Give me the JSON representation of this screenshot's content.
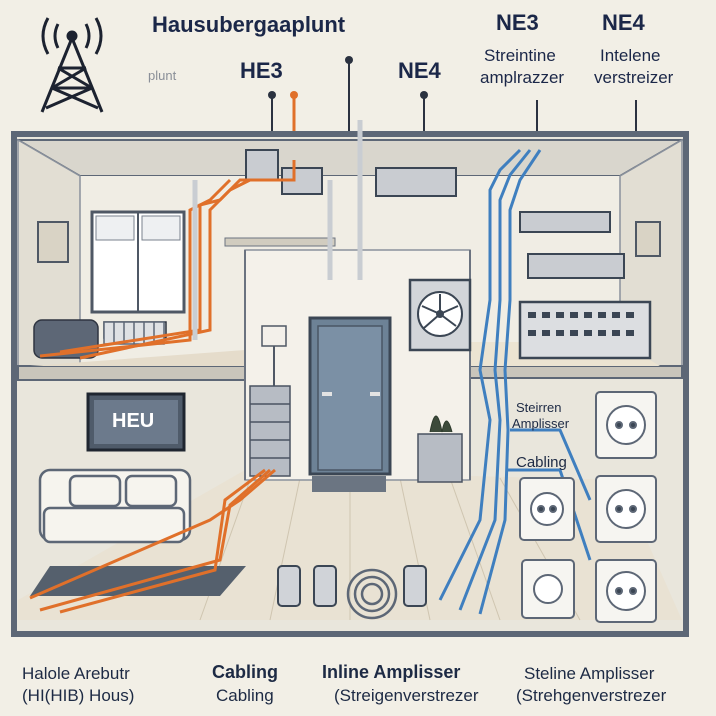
{
  "header": {
    "title": "Hausubergaaplunt",
    "plunt_label": "plunt",
    "he3_label": "HE3",
    "ne4_mid_label": "NE4",
    "ne3_label": "NE3",
    "ne4_label": "NE4",
    "ne3_sub": [
      "Streintine",
      "amplrazzer"
    ],
    "ne4_sub": [
      "Intelene",
      "verstreizer"
    ]
  },
  "room": {
    "tv_text": "HEU",
    "right_labels": [
      "Steirren",
      "Amplisser"
    ],
    "cabling_label": "Cabling"
  },
  "footer": {
    "col1": [
      "Halole Arebutr",
      "(HI(HIB) Hous)"
    ],
    "col2": [
      "Cabling",
      "Cabling"
    ],
    "col3": [
      "Inline Amplisser",
      "(Streigenverstrezer"
    ],
    "col4": [
      "Steline Amplisser",
      "(Strehgenverstrezer"
    ]
  },
  "colors": {
    "orange_cable": "#e0702a",
    "blue_cable": "#3f7fbf",
    "wall_outline": "#5d6776",
    "door": "#6d8296",
    "floor": "#e9e2d3"
  }
}
